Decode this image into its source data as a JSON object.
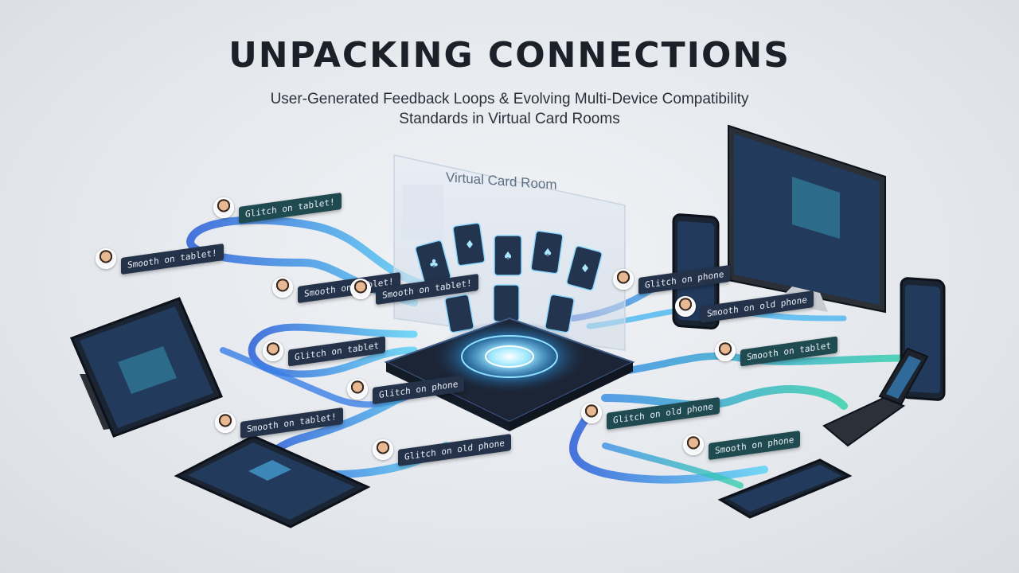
{
  "header": {
    "title": "UNPACKING CONNECTIONS",
    "subtitle_line1": "User-Generated Feedback Loops & Evolving Multi-Device Compatibility",
    "subtitle_line2": "Standards in Virtual Card Rooms"
  },
  "hub": {
    "label": "Virtual Card Room"
  },
  "feedback": [
    {
      "text": "Glitch on tablet!"
    },
    {
      "text": "Smooth on tablet!"
    },
    {
      "text": "Smooth on tablet!"
    },
    {
      "text": "Smooth on tablet!"
    },
    {
      "text": "Glitch on tablet"
    },
    {
      "text": "Glitch on phone"
    },
    {
      "text": "Smooth on tablet!"
    },
    {
      "text": "Glitch on old phone"
    },
    {
      "text": "Glitch on phone"
    },
    {
      "text": "Smooth on old phone"
    },
    {
      "text": "Smooth on tablet"
    },
    {
      "text": "Glitch on old phone"
    },
    {
      "text": "Smooth on phone"
    }
  ],
  "devices": [
    "tablet-on-stand",
    "tablet-flat",
    "smartphone-upright",
    "desktop-monitor",
    "smartphone-right",
    "flip-phone",
    "smartphone-flat"
  ],
  "colors": {
    "accent_blue": "#2f6fe0",
    "accent_cyan": "#36c6f0",
    "accent_teal": "#2bc7a9",
    "device_dark": "#1a2433",
    "screen": "#223a5c"
  }
}
